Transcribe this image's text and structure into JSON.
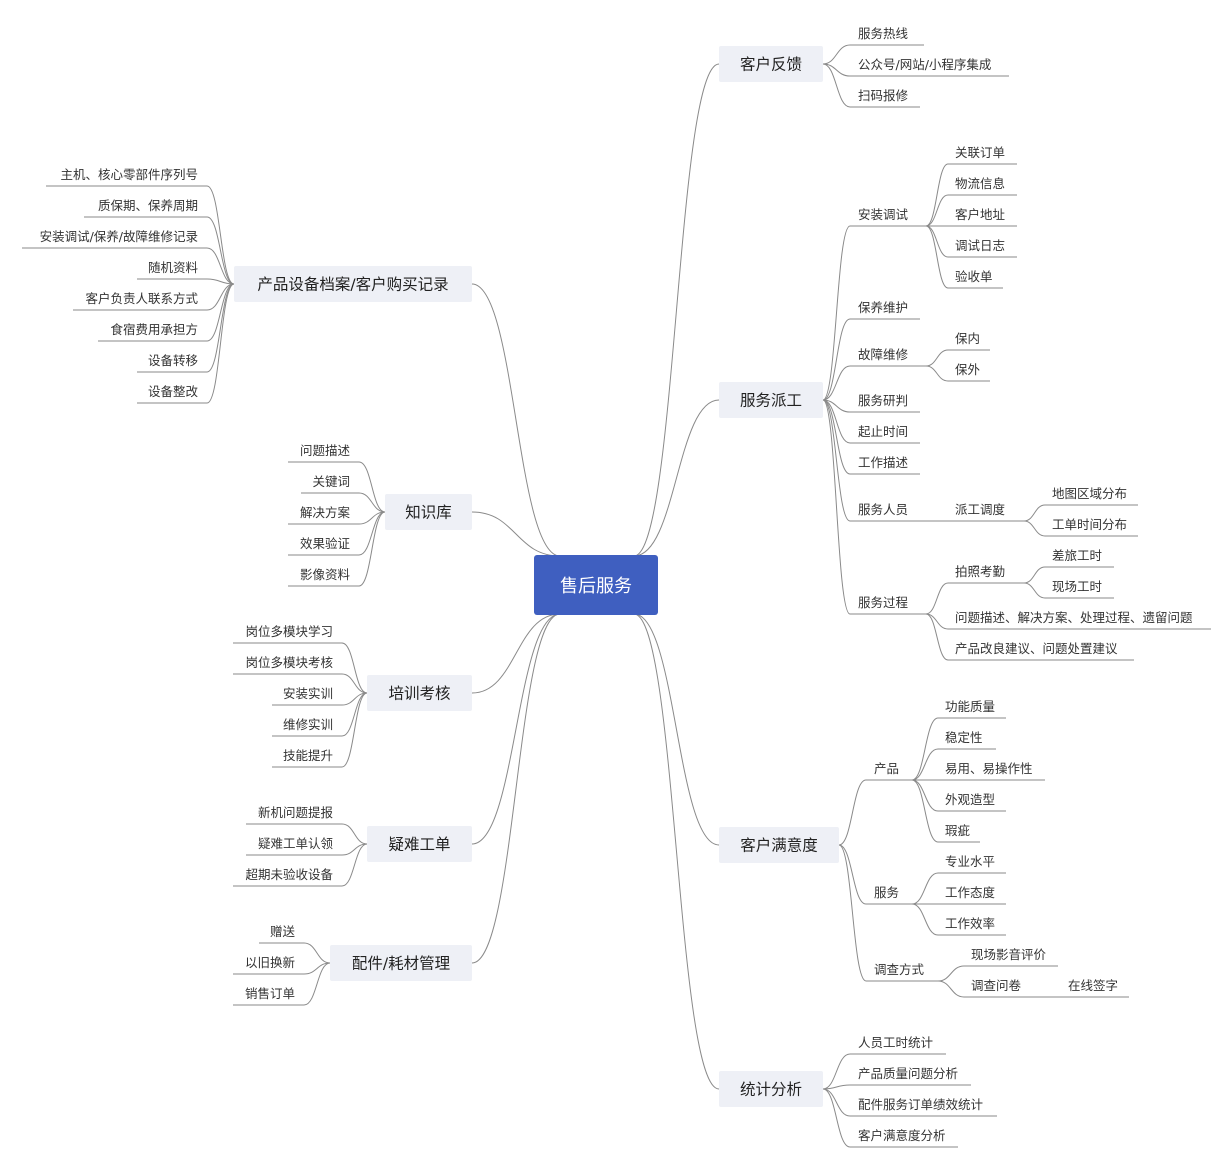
{
  "root": {
    "label": "售后服务",
    "right": [
      {
        "label": "客户反馈",
        "children": [
          {
            "label": "服务热线"
          },
          {
            "label": "公众号/网站/小程序集成"
          },
          {
            "label": "扫码报修"
          }
        ]
      },
      {
        "label": "服务派工",
        "children": [
          {
            "label": "安装调试",
            "children": [
              {
                "label": "关联订单"
              },
              {
                "label": "物流信息"
              },
              {
                "label": "客户地址"
              },
              {
                "label": "调试日志"
              },
              {
                "label": "验收单"
              }
            ]
          },
          {
            "label": "保养维护"
          },
          {
            "label": "故障维修",
            "children": [
              {
                "label": "保内"
              },
              {
                "label": "保外"
              }
            ]
          },
          {
            "label": "服务研判"
          },
          {
            "label": "起止时间"
          },
          {
            "label": "工作描述"
          },
          {
            "label": "服务人员",
            "children": [
              {
                "label": "派工调度",
                "children": [
                  {
                    "label": "地图区域分布"
                  },
                  {
                    "label": "工单时间分布"
                  }
                ]
              }
            ]
          },
          {
            "label": "服务过程",
            "children": [
              {
                "label": "拍照考勤",
                "children": [
                  {
                    "label": "差旅工时"
                  },
                  {
                    "label": "现场工时"
                  }
                ]
              },
              {
                "label": "问题描述、解决方案、处理过程、遗留问题"
              },
              {
                "label": "产品改良建议、问题处置建议"
              }
            ]
          }
        ]
      },
      {
        "label": "客户满意度",
        "children": [
          {
            "label": "产品",
            "children": [
              {
                "label": "功能质量"
              },
              {
                "label": "稳定性"
              },
              {
                "label": "易用、易操作性"
              },
              {
                "label": "外观造型"
              },
              {
                "label": "瑕疵"
              }
            ]
          },
          {
            "label": "服务",
            "children": [
              {
                "label": "专业水平"
              },
              {
                "label": "工作态度"
              },
              {
                "label": "工作效率"
              }
            ]
          },
          {
            "label": "调查方式",
            "children": [
              {
                "label": "现场影音评价"
              },
              {
                "label": "调查问卷",
                "children": [
                  {
                    "label": "在线签字"
                  }
                ]
              }
            ]
          }
        ]
      },
      {
        "label": "统计分析",
        "children": [
          {
            "label": "人员工时统计"
          },
          {
            "label": "产品质量问题分析"
          },
          {
            "label": "配件服务订单绩效统计"
          },
          {
            "label": "客户满意度分析"
          }
        ]
      }
    ],
    "left": [
      {
        "label": "产品设备档案/客户购买记录",
        "children": [
          {
            "label": "主机、核心零部件序列号"
          },
          {
            "label": "质保期、保养周期"
          },
          {
            "label": "安装调试/保养/故障维修记录"
          },
          {
            "label": "随机资料"
          },
          {
            "label": "客户负责人联系方式"
          },
          {
            "label": "食宿费用承担方"
          },
          {
            "label": "设备转移"
          },
          {
            "label": "设备整改"
          }
        ]
      },
      {
        "label": "知识库",
        "children": [
          {
            "label": "问题描述"
          },
          {
            "label": "关键词"
          },
          {
            "label": "解决方案"
          },
          {
            "label": "效果验证"
          },
          {
            "label": "影像资料"
          }
        ]
      },
      {
        "label": "培训考核",
        "children": [
          {
            "label": "岗位多模块学习"
          },
          {
            "label": "岗位多模块考核"
          },
          {
            "label": "安装实训"
          },
          {
            "label": "维修实训"
          },
          {
            "label": "技能提升"
          }
        ]
      },
      {
        "label": "疑难工单",
        "children": [
          {
            "label": "新机问题提报"
          },
          {
            "label": "疑难工单认领"
          },
          {
            "label": "超期未验收设备"
          }
        ]
      },
      {
        "label": "配件/耗材管理",
        "children": [
          {
            "label": "赠送"
          },
          {
            "label": "以旧换新"
          },
          {
            "label": "销售订单"
          }
        ]
      }
    ]
  }
}
